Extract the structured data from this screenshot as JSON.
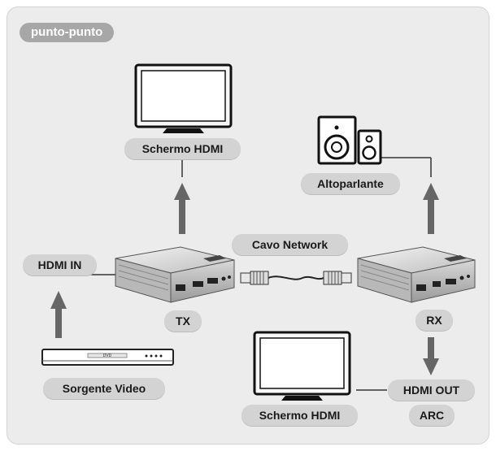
{
  "diagram": {
    "title": "punto-punto",
    "labels": {
      "screen_top": "Schermo HDMI",
      "speaker": "Altoparlante",
      "hdmi_in": "HDMI IN",
      "network_cable": "Cavo Network",
      "tx": "TX",
      "rx": "RX",
      "video_source": "Sorgente Video",
      "hdmi_out": "HDMI OUT",
      "screen_bottom": "Schermo HDMI",
      "arc": "ARC"
    },
    "device_text": {
      "dvd": "DVD"
    },
    "icons": [
      "monitor-icon",
      "speaker-icon",
      "transmitter-icon",
      "receiver-icon",
      "network-cable-icon",
      "dvd-player-icon",
      "arrow-icon"
    ],
    "colors": {
      "background": "#ececec",
      "pill": "#d3d3d3",
      "title_pill": "#a7a7a7",
      "arrow": "#666666",
      "line": "#333333"
    }
  }
}
